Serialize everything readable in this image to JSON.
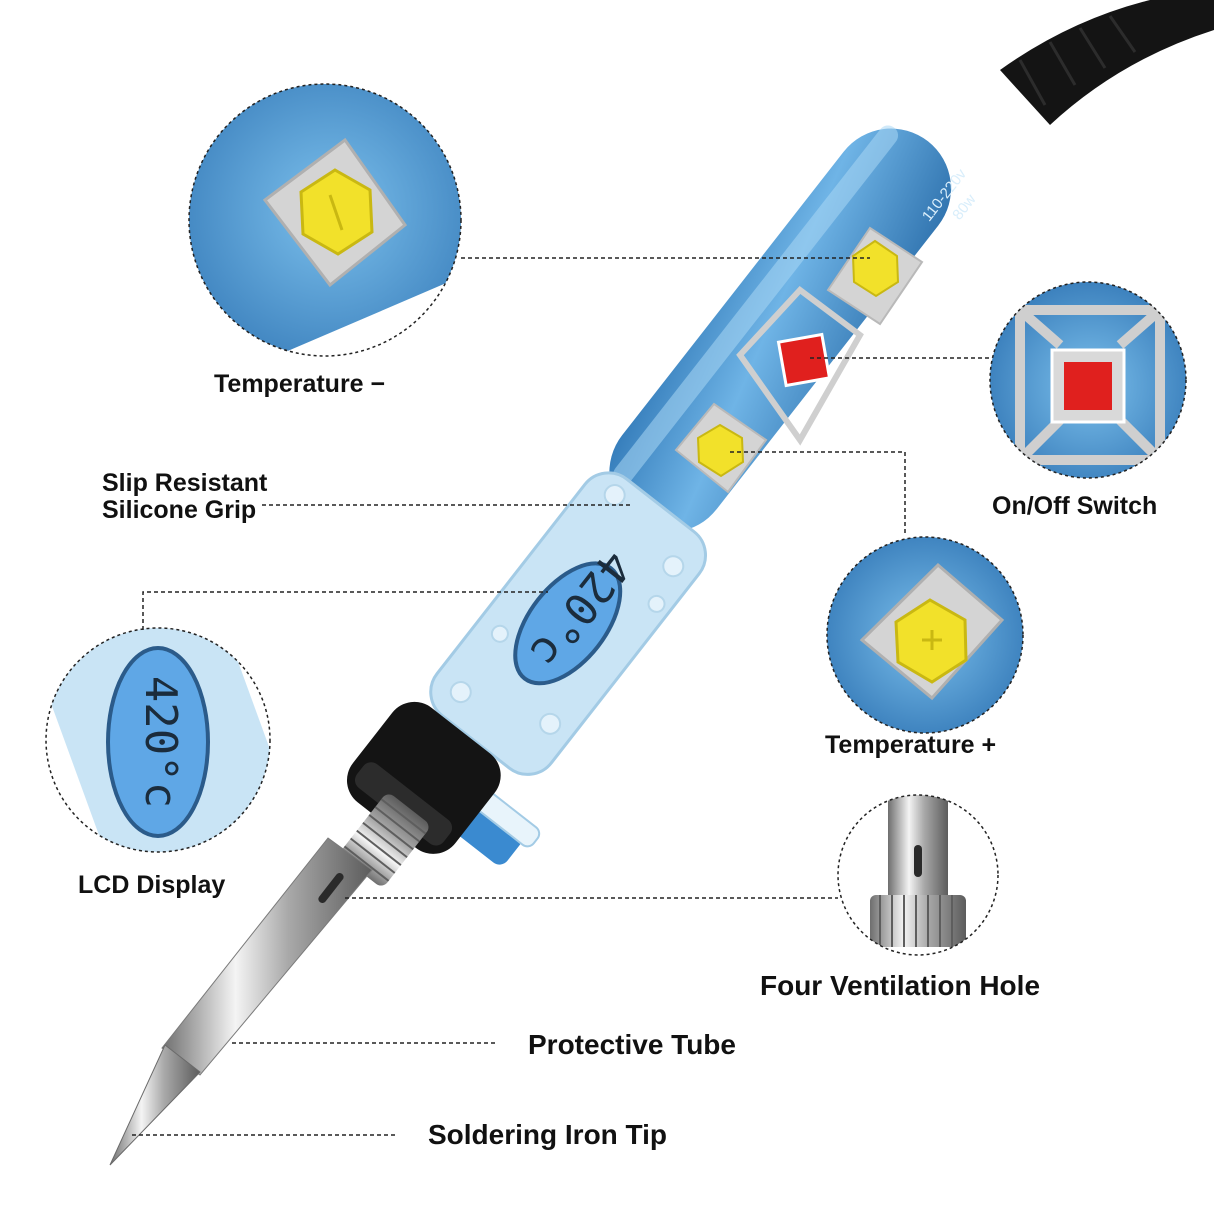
{
  "product": {
    "body_color": "#4a95d2",
    "body_highlight": "#a9d7f4",
    "cord_color": "#111111",
    "grip_color": "#c9e4f5",
    "lcd_color": "#5fa7e6",
    "button_plate_color": "#d4d4d4",
    "button_color": "#f2e12a",
    "switch_color": "#e0201e",
    "metal_color": "#b9b9b9",
    "rating_voltage": "110-220v",
    "rating_power": "80w",
    "lcd_reading": "420°c",
    "icons": [
      "temperature-minus-button-icon",
      "power-switch-icon",
      "temperature-plus-button-icon",
      "lcd-display-icon",
      "ventilation-hole-icon"
    ]
  },
  "callouts": {
    "temp_minus": "Temperature −",
    "on_off": "On/Off Switch",
    "grip_line1": "Slip Resistant",
    "grip_line2": "Silicone Grip",
    "temp_plus": "Temperature +",
    "lcd": "LCD Display",
    "vent": "Four Ventilation Hole",
    "tube": "Protective Tube",
    "tip": "Soldering Iron Tip"
  }
}
